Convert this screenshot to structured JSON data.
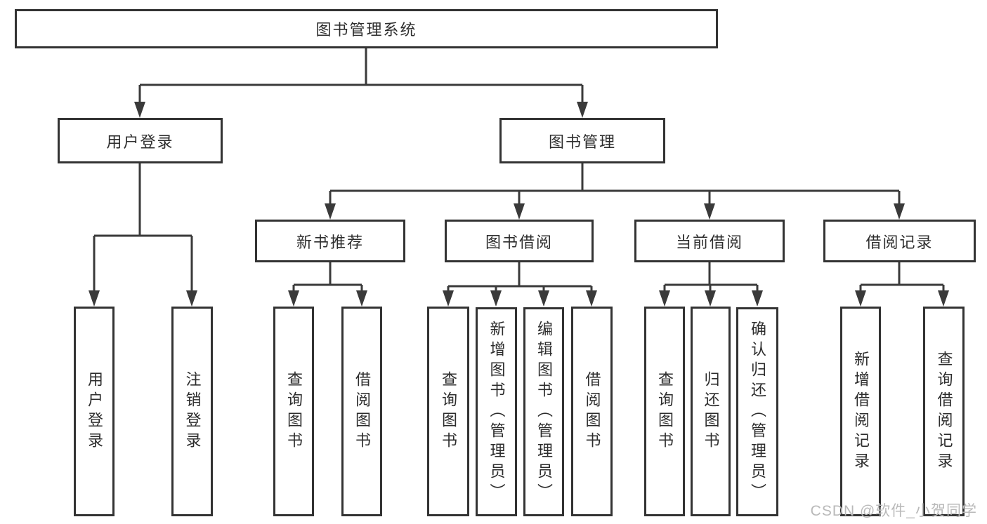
{
  "diagram": {
    "root": {
      "label": "图书管理系统"
    },
    "level2": [
      {
        "label": "用户登录"
      },
      {
        "label": "图书管理"
      }
    ],
    "level3": [
      {
        "label": "新书推荐"
      },
      {
        "label": "图书借阅"
      },
      {
        "label": "当前借阅"
      },
      {
        "label": "借阅记录"
      }
    ],
    "leaves": {
      "user_login": [
        "用户登录",
        "注销登录"
      ],
      "new_book": [
        "查询图书",
        "借阅图书"
      ],
      "book_borrow": [
        "查询图书",
        "新增图书（管理员）",
        "编辑图书（管理员）",
        "借阅图书"
      ],
      "current_borrow": [
        "查询图书",
        "归还图书",
        "确认归还（管理员）"
      ],
      "borrow_records": [
        "新增借阅记录",
        "查询借阅记录"
      ]
    }
  },
  "watermark": "CSDN @软件_小贺同学",
  "colors": {
    "line": "#3a3a3a",
    "border": "#333333",
    "text": "#2d2d2d",
    "watermark_text": "#b9b9b9",
    "background": "#ffffff"
  }
}
